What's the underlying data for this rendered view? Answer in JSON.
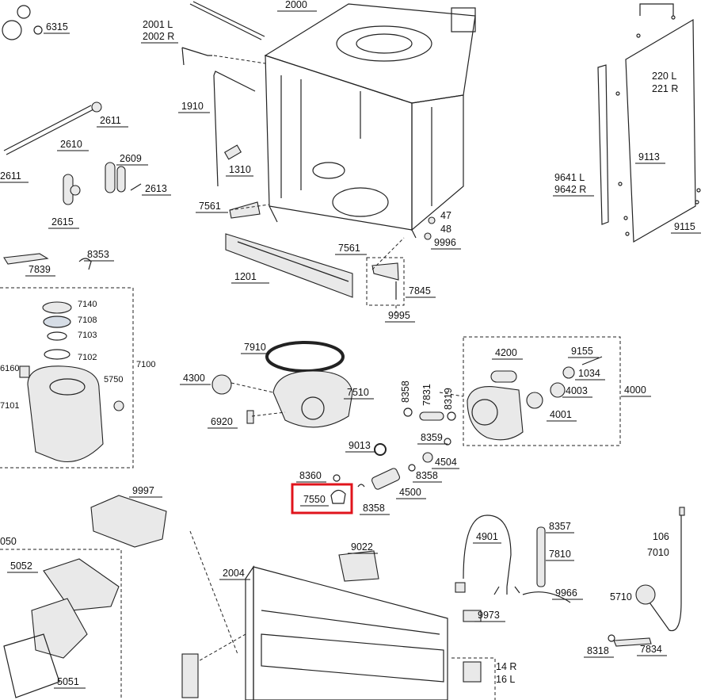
{
  "diagram": {
    "highlight_color": "#e0141c",
    "highlighted_part": "7550",
    "labels": {
      "p6315": "6315",
      "p2000": "2000",
      "p2001": "2001 L",
      "p2002": "2002 R",
      "p220": "220 L",
      "p221": "221 R",
      "p1910": "1910",
      "p2611a": "2611",
      "p2610": "2610",
      "p2611b": "2611",
      "p2609": "2609",
      "p2613": "2613",
      "p2615": "2615",
      "p1310": "1310",
      "p9113": "9113",
      "p9641": "9641 L",
      "p9642": "9642 R",
      "p7561a": "7561",
      "p47": "47",
      "p48": "48",
      "p9996": "9996",
      "p9115": "9115",
      "p7839": "7839",
      "p8353": "8353",
      "p1201": "1201",
      "p7561b": "7561",
      "p7845": "7845",
      "p9995": "9995",
      "p7140": "7140",
      "p7108": "7108",
      "p7103": "7103",
      "p7102": "7102",
      "p7100": "7100",
      "p6160": "6160",
      "p5750": "5750",
      "p7101": "7101",
      "p7910": "7910",
      "p4300": "4300",
      "p7510": "7510",
      "p6920": "6920",
      "p8358a": "8358",
      "p7831": "7831",
      "p8319": "8319",
      "p4200": "4200",
      "p9155": "9155",
      "p1034": "1034",
      "p4003": "4003",
      "p4000": "4000",
      "p4001": "4001",
      "p9013": "9013",
      "p8359": "8359",
      "p4504": "4504",
      "p8360": "8360",
      "p8358b": "8358",
      "p7550": "7550",
      "p4500": "4500",
      "p8358c": "8358",
      "p9997": "9997",
      "p050": "050",
      "p5052": "5052",
      "p9022": "9022",
      "p4901": "4901",
      "p8357": "8357",
      "p7810": "7810",
      "p106": "106",
      "p7010": "7010",
      "p2004": "2004",
      "p9966": "9966",
      "p5710": "5710",
      "p9973": "9973",
      "p8318": "8318",
      "p7834": "7834",
      "p5051": "5051",
      "p14": "14 R",
      "p16": "16 L"
    }
  }
}
